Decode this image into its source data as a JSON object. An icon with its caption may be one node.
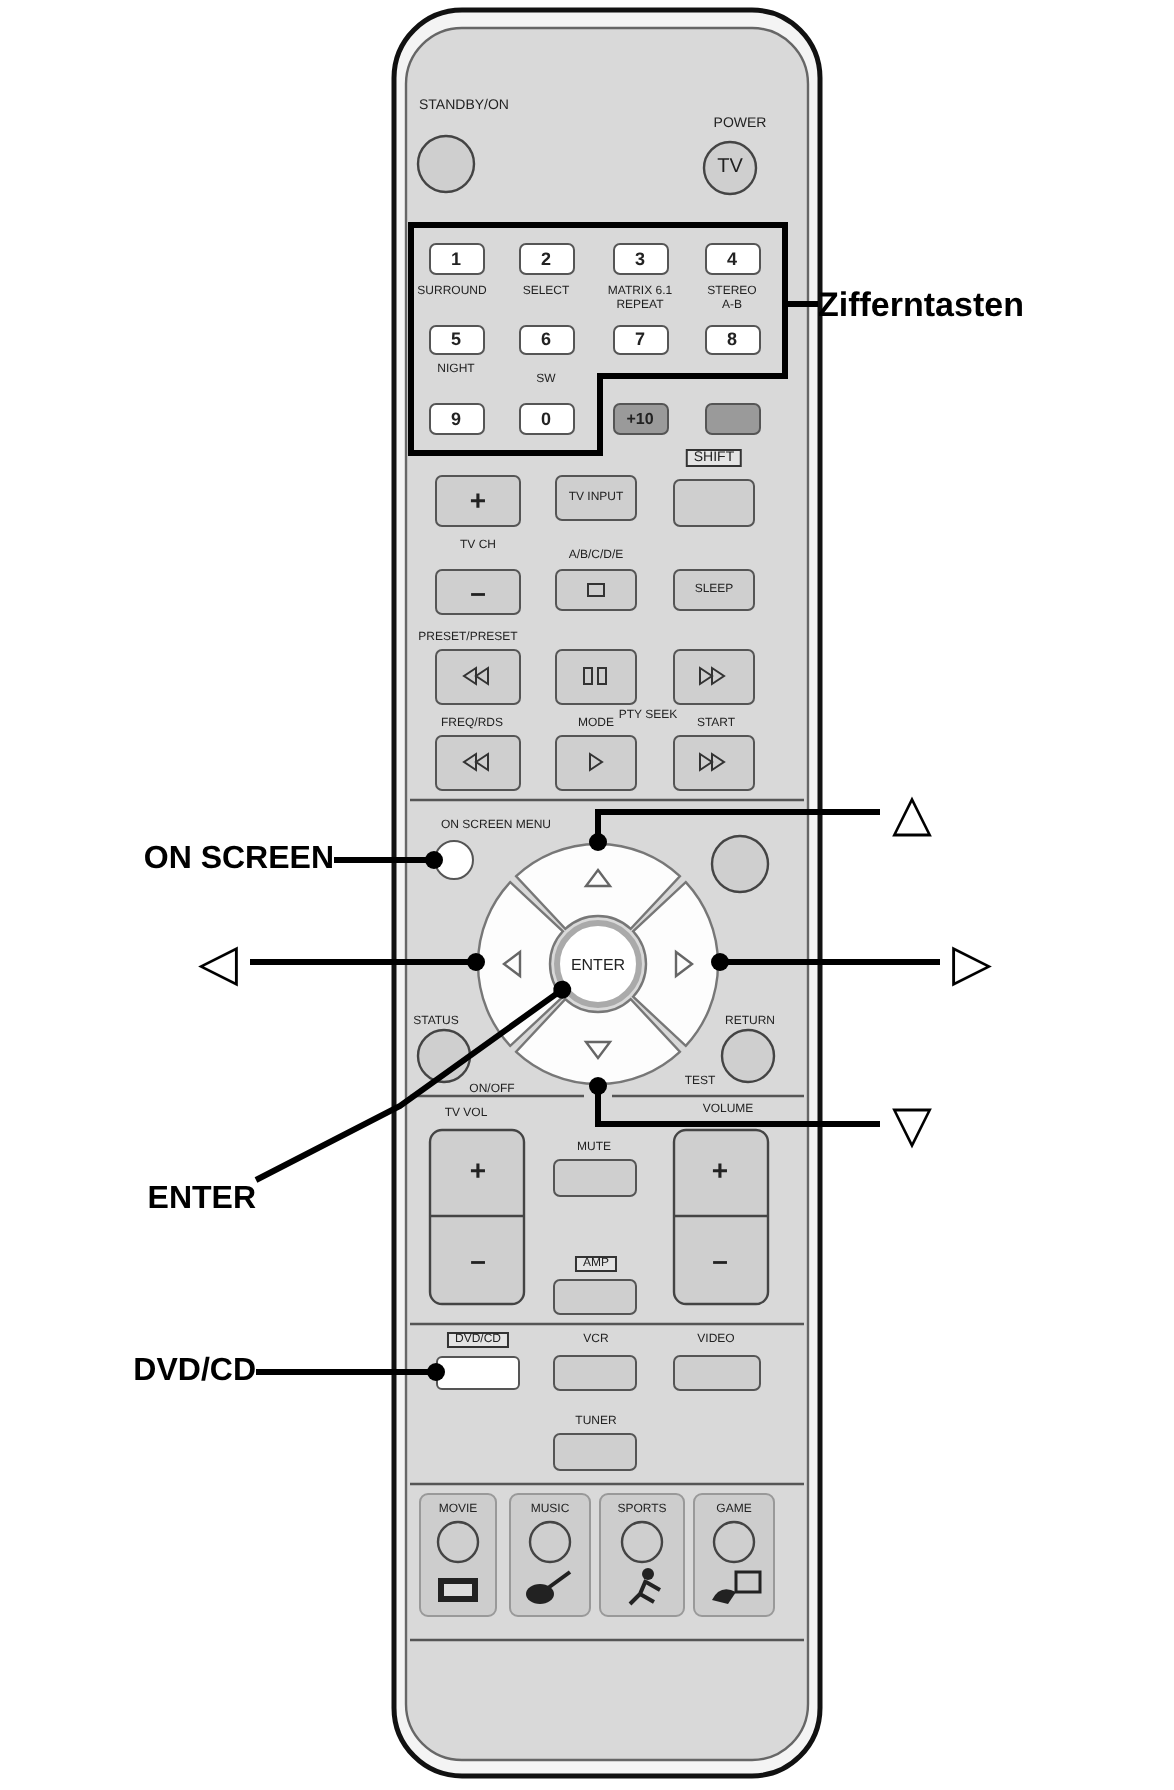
{
  "diagram": {
    "nodes": [
      {
        "text": [
          "Zifferntasten"
        ]
      },
      {
        "text": [
          "△"
        ]
      },
      {
        "text": [
          "ON SCREEN"
        ]
      },
      {
        "text": [
          "◁"
        ]
      },
      {
        "text": [
          "▷"
        ]
      },
      {
        "text": [
          "▽"
        ]
      },
      {
        "text": [
          "ENTER"
        ]
      },
      {
        "text": [
          "DVD/CD"
        ]
      },
      {
        "text": [],
        "shape": "box"
      },
      {
        "text": [],
        "shape": "segment"
      },
      {
        "text": [],
        "shape": "circle"
      },
      {
        "text": [],
        "shape": "segment"
      },
      {
        "text": [
          "ENTER"
        ]
      },
      {
        "text": [],
        "shape": "segment"
      },
      {
        "text": [],
        "shape": "segment"
      },
      {
        "text": [],
        "shape": "box",
        "beside": [
          "DVD/CD"
        ]
      }
    ],
    "edges": [
      {
        "from": 0,
        "to": 8,
        "arrow": "none"
      },
      {
        "from": 1,
        "to": 9,
        "arrow": "other"
      },
      {
        "from": 2,
        "to": 10,
        "arrow": "other"
      },
      {
        "from": 3,
        "to": 11,
        "arrow": "other"
      },
      {
        "from": 4,
        "to": 13,
        "arrow": "other"
      },
      {
        "from": 5,
        "to": 14,
        "arrow": "other"
      },
      {
        "from": 6,
        "to": 12,
        "arrow": "other"
      },
      {
        "from": 7,
        "to": 15,
        "arrow": "other"
      }
    ],
    "labels": [
      "STANDBY/ON",
      "POWER",
      "TV",
      "1",
      "2",
      "3",
      "4",
      "SURROUND",
      "SELECT",
      "MATRIX 6.1",
      "STEREO",
      "REPEAT",
      "A-B",
      "5",
      "6",
      "7",
      "8",
      "NIGHT",
      "SW",
      "9",
      "0",
      "+10",
      "SHIFT",
      "+",
      "TV INPUT",
      "TV CH",
      "A/B/C/D/E",
      "–",
      "SLEEP",
      "PRESET/PRESET",
      "PTY SEEK",
      "FREQ/RDS",
      "MODE",
      "START",
      "ON SCREEN MENU",
      "STATUS",
      "RETURN",
      "ON/OFF",
      "TEST",
      "TV VOL",
      "VOLUME",
      "MUTE",
      "+",
      "+",
      "–",
      "–",
      "AMP",
      "VCR",
      "VIDEO",
      "TUNER",
      "MOVIE",
      "MUSIC",
      "SPORTS",
      "GAME"
    ]
  }
}
